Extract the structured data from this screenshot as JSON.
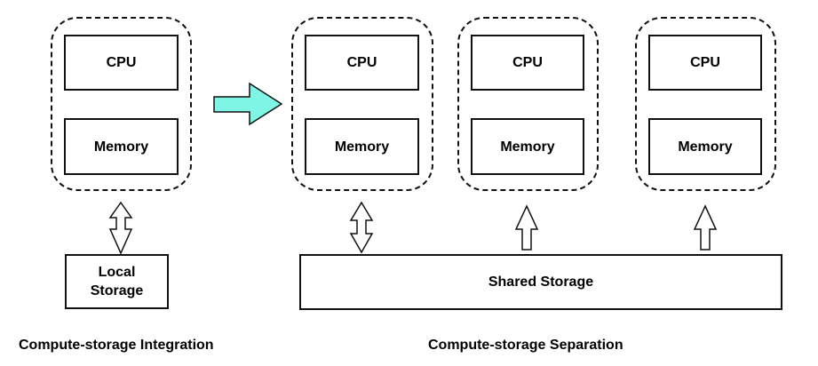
{
  "integration": {
    "node": {
      "cpu_label": "CPU",
      "memory_label": "Memory"
    },
    "storage_label": "Local\nStorage",
    "caption": "Compute-storage Integration"
  },
  "transition_arrow": {
    "icon": "right-arrow-icon",
    "color": "#7ff5e6"
  },
  "separation": {
    "nodes": [
      {
        "cpu_label": "CPU",
        "memory_label": "Memory",
        "link": "bidirectional"
      },
      {
        "cpu_label": "CPU",
        "memory_label": "Memory",
        "link": "up"
      },
      {
        "cpu_label": "CPU",
        "memory_label": "Memory",
        "link": "up"
      }
    ],
    "storage_label": "Shared Storage",
    "caption": "Compute-storage Separation"
  }
}
